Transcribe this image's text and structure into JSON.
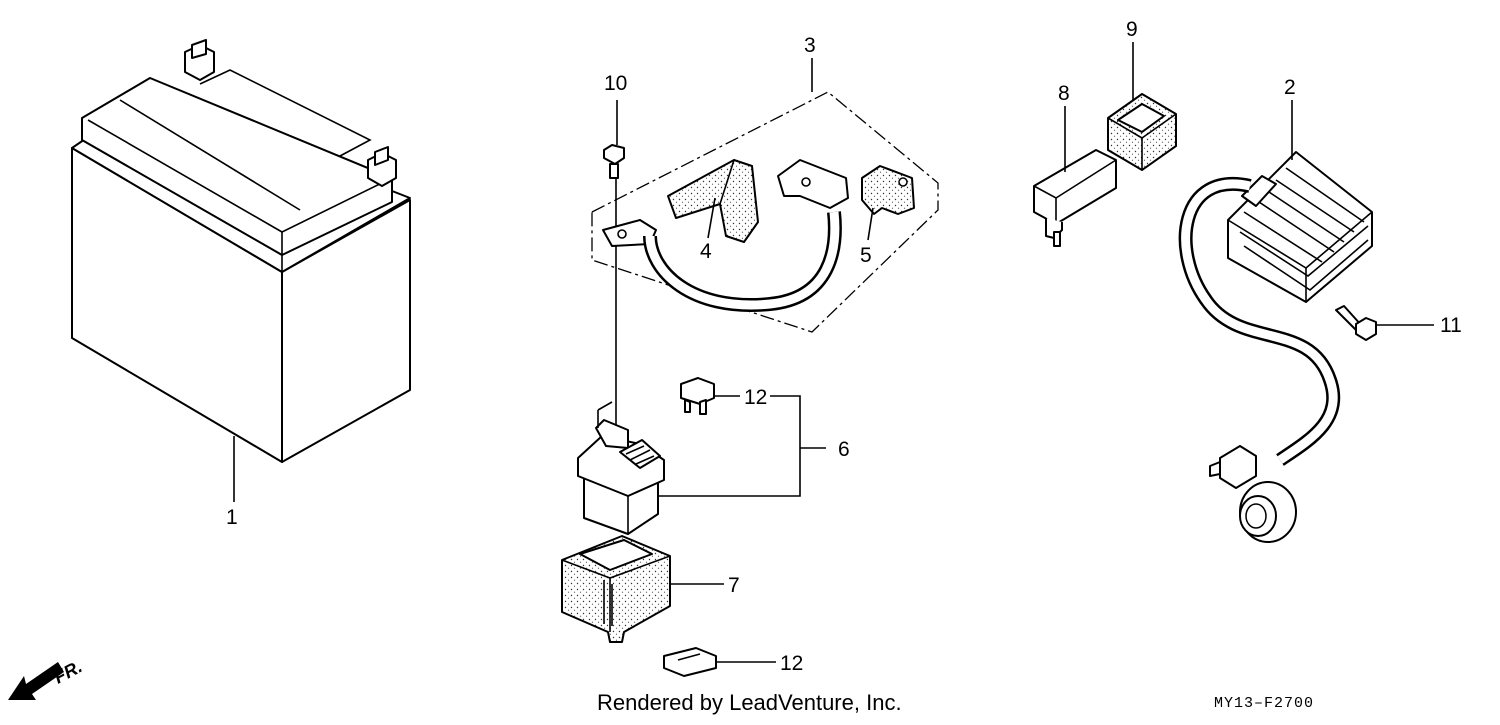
{
  "callouts": {
    "c1": "1",
    "c2": "2",
    "c3": "3",
    "c4": "4",
    "c5": "5",
    "c6": "6",
    "c7": "7",
    "c8": "8",
    "c9": "9",
    "c10": "10",
    "c11": "11",
    "c12a": "12",
    "c12b": "12"
  },
  "direction": "FR.",
  "credit": "Rendered by LeadVenture, Inc.",
  "diagram_code": "MY13–F2700"
}
